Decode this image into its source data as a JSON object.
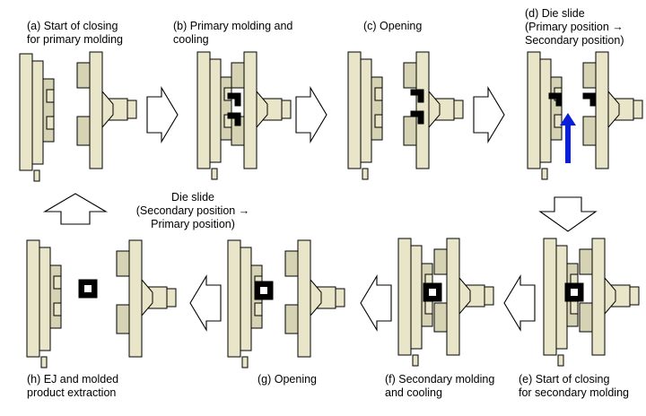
{
  "steps": {
    "a": "(a) Start of closing\nfor primary molding",
    "b": "(b) Primary molding and\ncooling",
    "c": "(c) Opening",
    "d": "(d) Die slide\n(Primary position →\nSecondary position)",
    "e": "(e) Start of closing\nfor secondary molding",
    "f": "(f) Secondary molding\nand cooling",
    "g": "(g) Opening",
    "h": "(h) EJ and molded\nproduct extraction"
  },
  "die_slide_back": "Die slide\n(Secondary position →\nPrimary position)",
  "colors": {
    "mold": "#e8e5c8",
    "part": "#000000",
    "slide_arrow": "#0a1fd6"
  }
}
